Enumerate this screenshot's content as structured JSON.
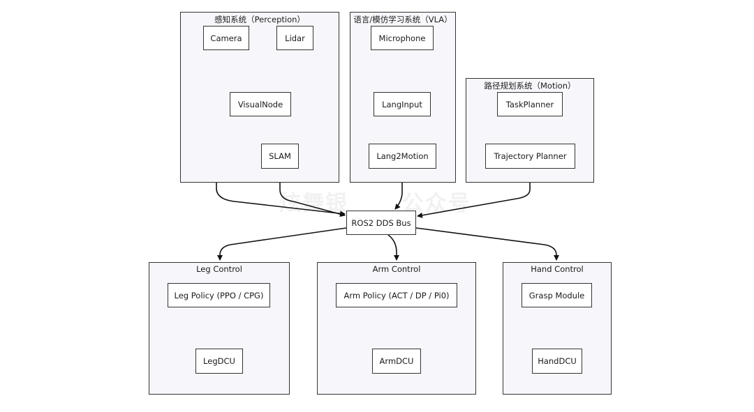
{
  "groups": {
    "perception": "感知系统（Perception）",
    "vla": "语言/模仿学习系统（VLA）",
    "motion": "路径规划系统（Motion）",
    "leg": "Leg Control",
    "arm": "Arm Control",
    "hand": "Hand Control"
  },
  "nodes": {
    "camera": "Camera",
    "lidar": "Lidar",
    "visualnode": "VisualNode",
    "slam": "SLAM",
    "microphone": "Microphone",
    "langinput": "LangInput",
    "lang2motion": "Lang2Motion",
    "taskplanner": "TaskPlanner",
    "trajectory": "Trajectory Planner",
    "bus": "ROS2 DDS Bus",
    "legpolicy": "Leg Policy (PPO / CPG)",
    "legdcu": "LegDCU",
    "armpolicy": "Arm Policy (ACT / DP / Pi0)",
    "armdcu": "ArmDCU",
    "grasp": "Grasp Module",
    "handdcu": "HandDCU"
  },
  "watermark": "炫舞银      公众号",
  "colors": {
    "group_fill": "#f7f7fb",
    "node_fill": "#ffffff",
    "stroke": "#333333",
    "arrow": "#111111"
  }
}
